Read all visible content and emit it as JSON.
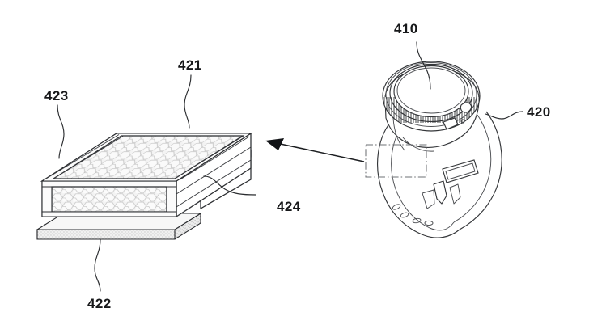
{
  "figure": {
    "kind": "patent-figure",
    "background_color": "#ffffff",
    "line_color": "#2b2d30",
    "label_color": "#17181a",
    "honeycomb_fill": "#f2f2f2",
    "honeycomb_cell_stroke": "#c9c9c9",
    "stipple_fill": "#efefef"
  },
  "labels": {
    "watch_display": "410",
    "watch_body": "420",
    "honeycomb_core": "421",
    "base_layer": "422",
    "frame": "423",
    "side_panel": "424"
  },
  "parts": {
    "watch": {
      "name": "smartwatch",
      "display_ref": "410",
      "body_ref": "420",
      "features": [
        "circular-display",
        "rotating-bezel",
        "side-button-upper",
        "side-button-lower",
        "microphone-hole",
        "strap",
        "buckle",
        "strap-holes"
      ]
    },
    "magnified_structure": {
      "name": "honeycomb-slab",
      "core_ref": "421",
      "base_ref": "422",
      "frame_ref": "423",
      "side_ref": "424",
      "layers": [
        {
          "ref": "421",
          "name": "honeycomb core",
          "texture": "hexagonal"
        },
        {
          "ref": "422",
          "name": "base layer",
          "texture": "stipple"
        },
        {
          "ref": "423",
          "name": "outer frame",
          "texture": "plain"
        },
        {
          "ref": "424",
          "name": "side panel",
          "texture": "plain"
        }
      ]
    }
  },
  "annotations": {
    "callout_rect": "dash-dot detail region on watch strap",
    "arrow": "magnification arrow pointing from watch strap region to honeycomb slab"
  }
}
